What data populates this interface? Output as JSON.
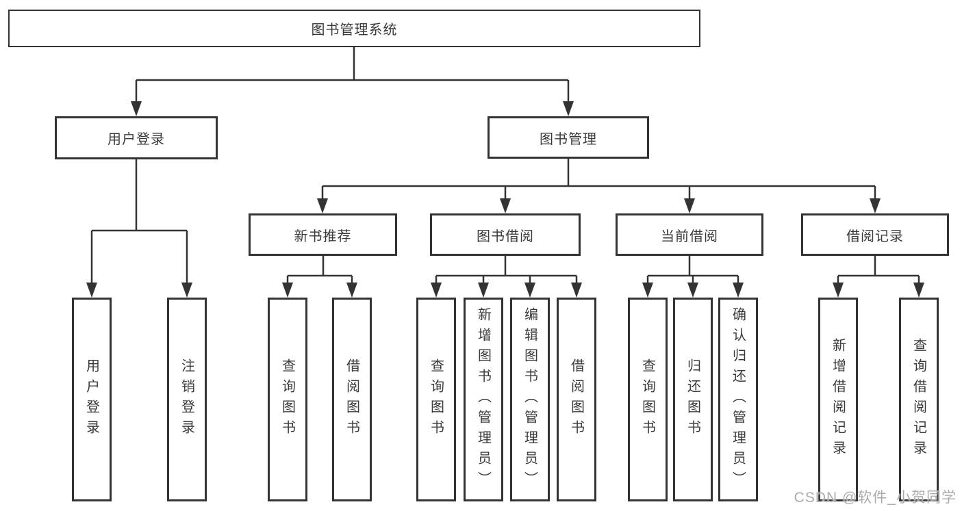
{
  "nodes": {
    "root": "图书管理系统",
    "login": {
      "label": "用户登录",
      "children": [
        "用户登录",
        "注销登录"
      ]
    },
    "mgmt": {
      "label": "图书管理",
      "children": [
        {
          "label": "新书推荐",
          "children": [
            "查询图书",
            "借阅图书"
          ]
        },
        {
          "label": "图书借阅",
          "children": [
            "查询图书",
            "新增图书（管理员）",
            "编辑图书（管理员）",
            "借阅图书"
          ]
        },
        {
          "label": "当前借阅",
          "children": [
            "查询图书",
            "归还图书",
            "确认归还（管理员）"
          ]
        },
        {
          "label": "借阅记录",
          "children": [
            "新增借阅记录",
            "查询借阅记录"
          ]
        }
      ]
    }
  },
  "watermark": "CSDN @软件_小贺同学",
  "colors": {
    "line": "#333333",
    "text": "#3a3a3a",
    "watermark": "#ababab",
    "background": "#ffffff"
  }
}
